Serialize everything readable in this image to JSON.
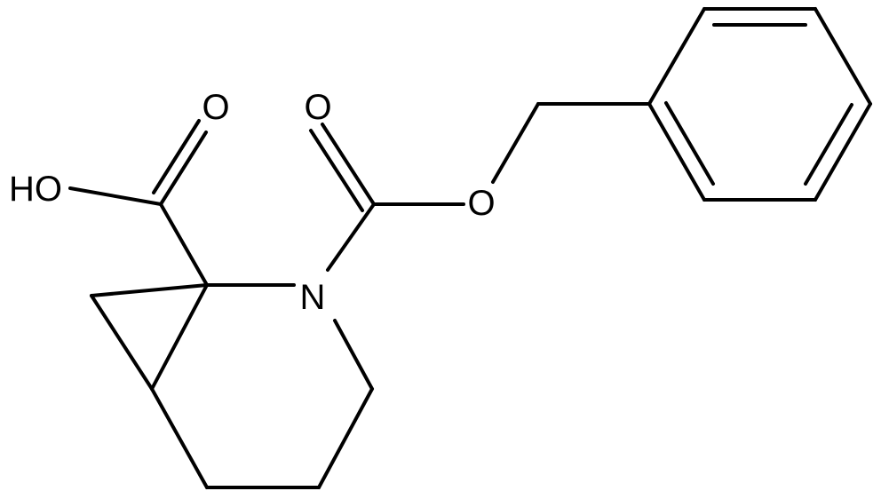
{
  "molecule": {
    "labels": {
      "carbonyl_oxygen_acid": "O",
      "hydroxyl": "HO",
      "carbonyl_oxygen_ester": "O",
      "ester_oxygen": "O",
      "nitrogen": "N"
    },
    "colors": {
      "bond": "#000000",
      "label": "#000000",
      "background": "#ffffff"
    }
  }
}
